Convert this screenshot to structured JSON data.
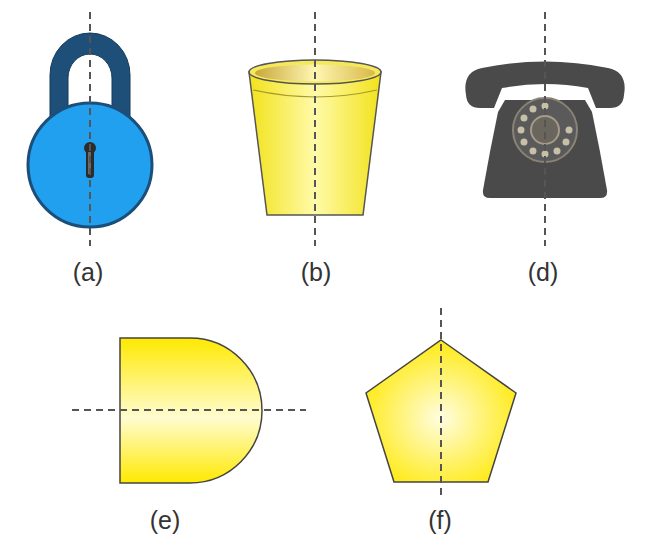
{
  "diagram": {
    "labels": [
      "(a)",
      "(b)",
      "(d)",
      "(e)",
      "(f)"
    ]
  }
}
